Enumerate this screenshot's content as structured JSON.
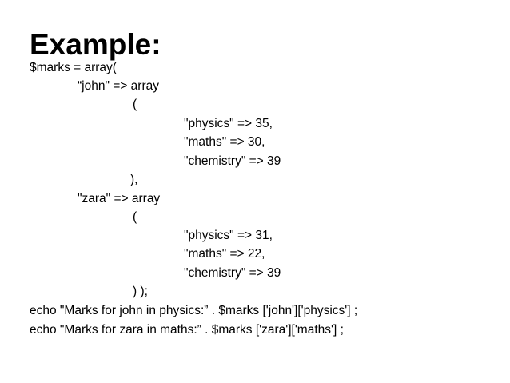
{
  "title": "Example:",
  "lines": [
    "$marks = array(",
    "“john\" => array",
    "(",
    "\"physics\" => 35,",
    "\"maths\" => 30,",
    "\"chemistry\" => 39",
    "),",
    "\"zara\" => array",
    "(",
    "\"physics\" => 31,",
    "\"maths\" => 22,",
    "\"chemistry\" => 39",
    ") );",
    "echo \"Marks for john in physics:” . $marks ['john']['physics'] ;",
    "echo \"Marks for zara in maths:” . $marks ['zara']['maths'] ;"
  ]
}
